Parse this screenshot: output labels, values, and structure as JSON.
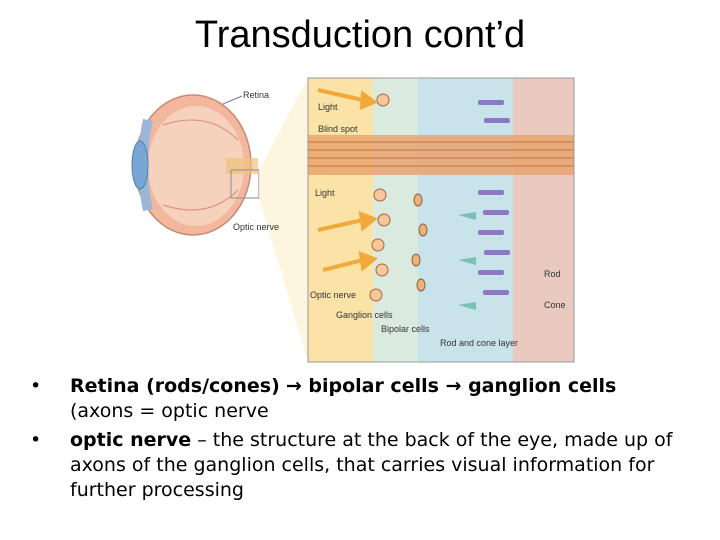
{
  "slide": {
    "title": "Transduction cont’d"
  },
  "figure": {
    "labels": {
      "retina": "Retina",
      "light_top": "Light",
      "blind_spot": "Blind spot",
      "light_middle": "Light",
      "optic_nerve_eye": "Optic nerve",
      "optic_nerve_detail": "Optic nerve",
      "ganglion_cells": "Ganglion cells",
      "bipolar_cells": "Bipolar cells",
      "rod_and_cone_layer": "Rod and cone layer",
      "rod": "Rod",
      "cone": "Cone"
    },
    "colors": {
      "sclera": "#f3b79e",
      "retina_band": "#f6a37a",
      "ganglion_layer": "#fbe3a8",
      "bipolar_layer": "#dbeadf",
      "photoreceptor_layer": "#c9e3ea",
      "pigment": "#e9c9c0",
      "rod_color": "#8c78c6",
      "light_arrow": "#f1a93c"
    }
  },
  "bullets": [
    {
      "bullet_char": "•",
      "part1": "Retina (rods/cones)",
      "arrow1": "→",
      "part2": " bipolar cells ",
      "arrow2": "→",
      "part3": " ganglion cells",
      "part4": "(axons = optic nerve"
    },
    {
      "bullet_char": "•",
      "term": "optic nerve",
      "definition": " – the structure at the back of the eye, made up of axons of the ganglion cells, that carries visual information for further processing"
    }
  ]
}
